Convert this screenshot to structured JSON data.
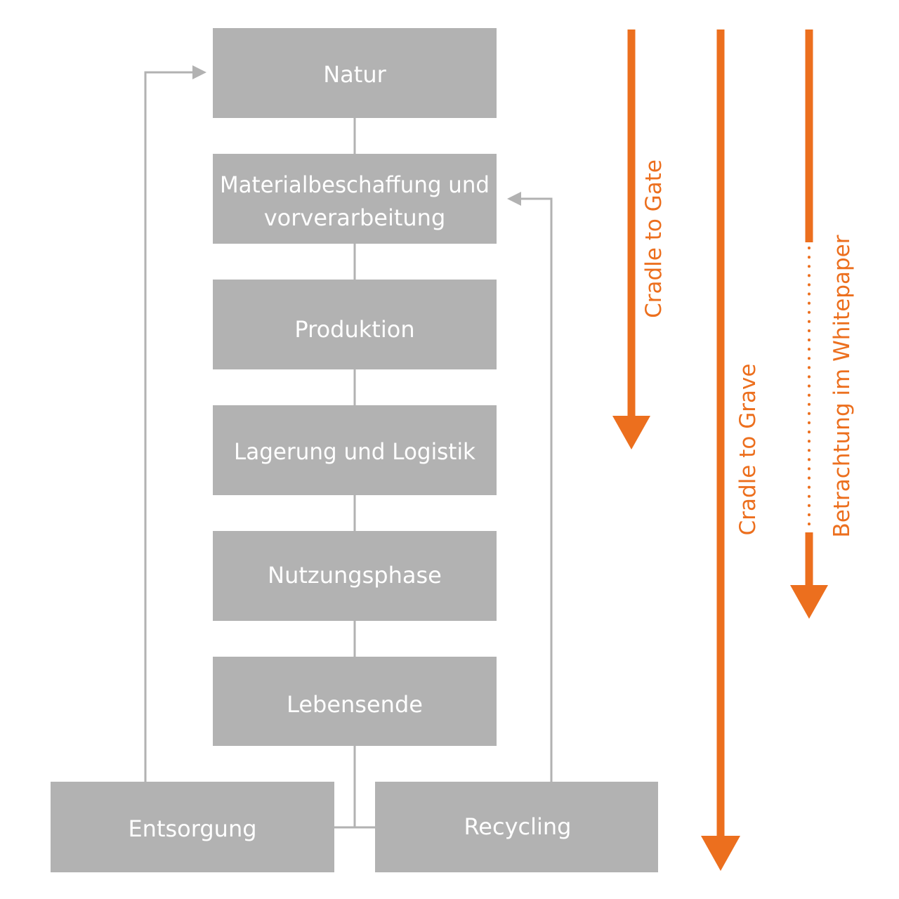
{
  "colors": {
    "box": "#b2b2b2",
    "connector": "#b2b2b2",
    "box_text": "#ffffff",
    "accent": "#ec6f1e"
  },
  "boxes": {
    "natur": "Natur",
    "material_line1": "Materialbeschaffung und",
    "material_line2": "vorverarbeitung",
    "produktion": "Produktion",
    "lagerung": "Lagerung und Logistik",
    "nutzung": "Nutzungsphase",
    "lebensende": "Lebensende",
    "entsorgung": "Entsorgung",
    "recycling": "Recycling"
  },
  "scopes": {
    "cradle_to_gate": "Cradle to Gate",
    "cradle_to_grave": "Cradle to Grave",
    "whitepaper": "Betrachtung im Whitepaper"
  }
}
